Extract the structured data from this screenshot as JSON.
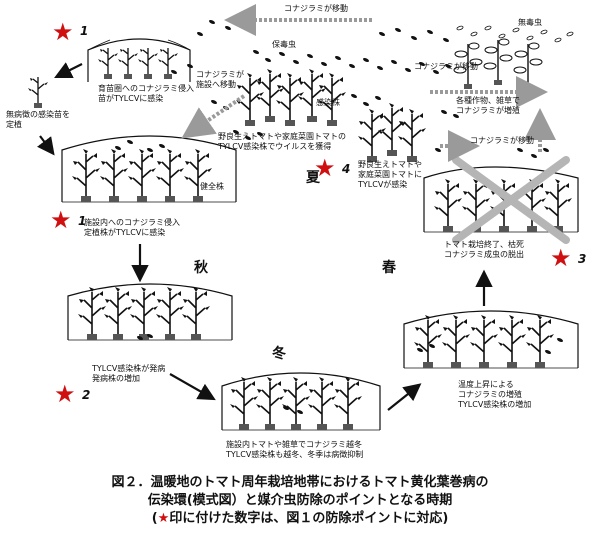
{
  "labels": {
    "whitefly_move_top": "コナジラミが移動",
    "whitefly_move_right": "コナジラミが移動",
    "whitefly_move_mid": "コナジラミが移動",
    "nonvir_insect": "無毒虫",
    "vir_insect": "保毒虫",
    "nursery_invasion": "育苗圏へのコナジラミ侵入\n苗がTYLCVに感染",
    "seedling_plant": "無病徴の感染苗を\n定植",
    "whitefly_to_facility": "コナジラミが\n施設へ移動",
    "infected_plant": "感染株",
    "crops_weeds": "各種作物、雑草で\nコナジラミが増殖",
    "wild_tomato_virus": "野良生えトマトや家庭菜園トマトの\nTYLCV感染株でウイルスを獲得",
    "wild_tomato_infected": "野良生えトマトや\n家庭菜園トマトに\nTYLCVが感染",
    "healthy_plant": "健全株",
    "facility_invasion": "施設内へのコナジラミ侵入\n定植株がTYLCVに感染",
    "harvest_end": "トマト栽培終了、枯死\nコナジラミ成虫の脱出",
    "onset": "TYLCV感染株が発病\n発病株の増加",
    "winter_facility": "施設内トマトや雑草でコナジラミ越冬\nTYLCV感染株も越冬、冬季は病徴抑制",
    "spring_increase": "温度上昇による\nコナジラミの増殖\nTYLCV感染株の増加"
  },
  "seasons": {
    "summer": "夏",
    "autumn": "秋",
    "winter": "冬",
    "spring": "春"
  },
  "points": {
    "p1a": "1",
    "p1b": "1",
    "p2": "2",
    "p3": "3",
    "p4": "4"
  },
  "caption": {
    "line1": "図２．温暖地のトマト周年栽培地帯におけるトマト黄化葉巻病の",
    "line2": "伝染環(模式図）と媒介虫防除のポイントとなる時期",
    "line3_star": "★",
    "line3_rest": "印に付けた数字は、図１の防除ポイントに対応)",
    "line3_open": "("
  },
  "colors": {
    "star": "#d01010",
    "arrow_gray": "#9a9a9a",
    "cross": "#b5b5b5"
  }
}
